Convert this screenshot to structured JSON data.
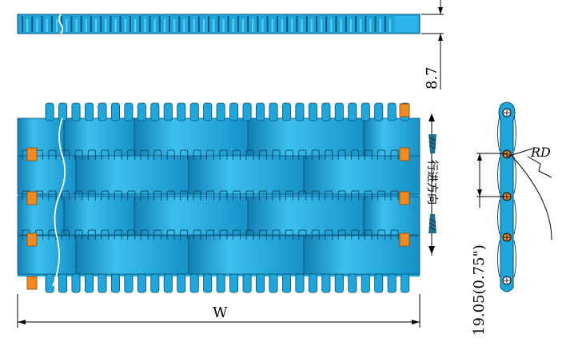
{
  "colors": {
    "belt": "#1ea7dc",
    "belt_dark": "#0c6e98",
    "belt_light": "#5fd0f5",
    "pin": "#f28a1e",
    "line": "#000000"
  },
  "labels": {
    "thickness": "8.7",
    "pitch": "19.05(0.75\")",
    "radius": "RD",
    "width": "W",
    "direction": "行进方向"
  },
  "icons": {
    "direction_arrow_up": "arrow-up-icon",
    "direction_arrow_down": "arrow-down-icon"
  }
}
